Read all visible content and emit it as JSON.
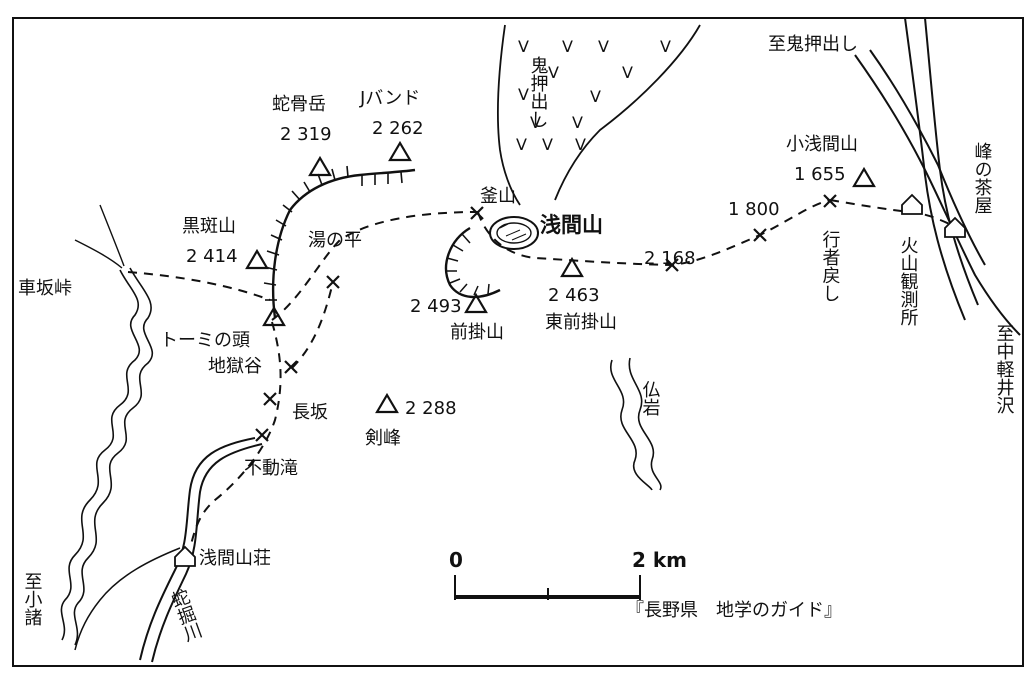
{
  "peaks": [
    {
      "name": "蛇骨岳",
      "elev": "2 319"
    },
    {
      "name": "Jバンド",
      "elev": "2 262"
    },
    {
      "name": "黒斑山",
      "elev": "2 414"
    },
    {
      "name": "前掛山",
      "elev": "2 493"
    },
    {
      "name": "東前掛山",
      "elev": "2 463"
    },
    {
      "name": "剣峰",
      "elev": "2 288"
    },
    {
      "name": "小浅間山",
      "elev": "1 655"
    },
    {
      "name": "トーミの頭",
      "elev": ""
    }
  ],
  "labels": {
    "main_peak": "浅間山",
    "kamayama": "釜山",
    "yunotaira": "湯の平",
    "jigokudani": "地獄谷",
    "nagasaka": "長坂",
    "fudodaki": "不動滝",
    "kurumazaka": "車坂峠",
    "sanso": "浅間山荘",
    "jakotsugawa": "蛇掘川",
    "hotokeiwa": "仏岩",
    "onioshidashi_area": "鬼押出し",
    "to_onioshidashi": "至鬼押出し",
    "mine_chaya": "峰の茶屋",
    "kazan_kansokujo": "火山観測所",
    "gyojagaeshi": "行者戻し",
    "to_nakakaruizawa": "至中軽井沢",
    "to_komoro": "至小諸",
    "elev_2168": "2 168",
    "elev_1800": "1 800"
  },
  "scale": {
    "zero": "0",
    "end": "2 km"
  },
  "source": "『長野県　地学のガイド』"
}
